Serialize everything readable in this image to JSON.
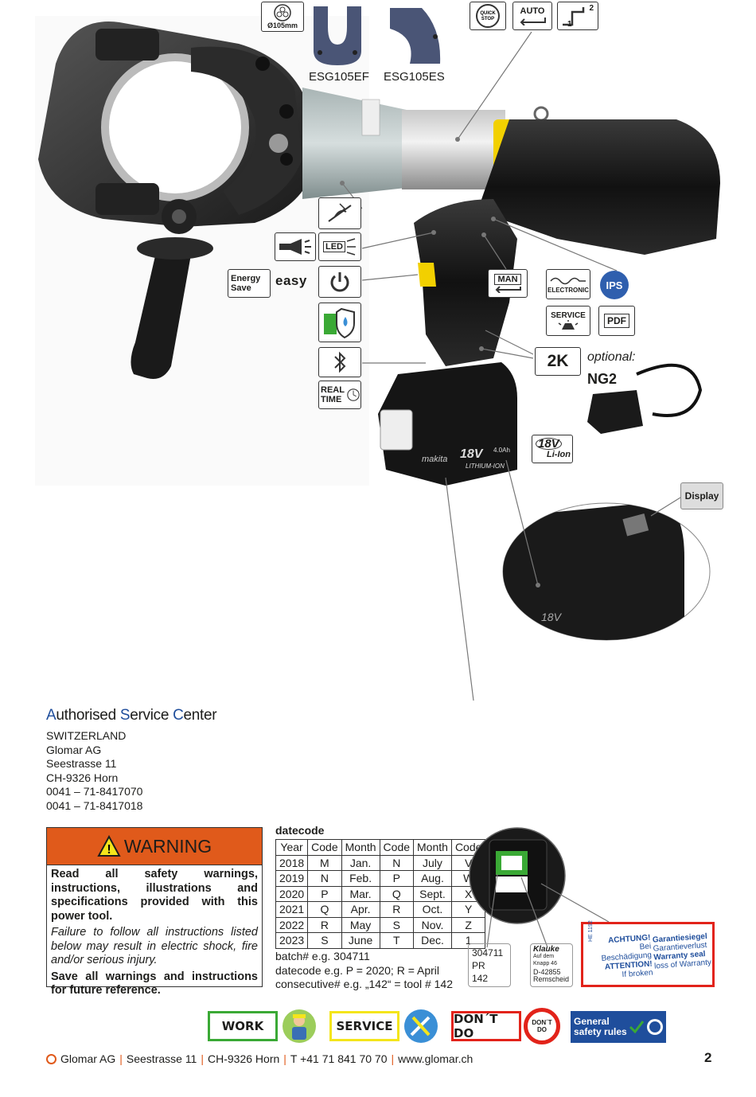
{
  "top_icons": {
    "diameter": "Ø105mm",
    "jaw1": "ESG105EF",
    "jaw2": "ESG105ES",
    "quick_stop": "QUICK STOP",
    "auto": "AUTO",
    "step_2": "2",
    "step_1": "1"
  },
  "features": {
    "led": "LED",
    "energy_save_1": "Energy",
    "energy_save_2": "Save",
    "easy": "easy",
    "real_time_1": "REAL",
    "real_time_2": "TIME",
    "man": "MAN",
    "electronic": "ELECTRONIC",
    "ips": "IPS",
    "service": "SERVICE",
    "pdf": "PDF",
    "two_k": "2K",
    "optional": "optional:",
    "ng2": "NG2",
    "battery_v": "18V",
    "battery_type": "Li-Ion",
    "display": "Display",
    "tool_brand": "makita",
    "tool_voltage": "18V",
    "tool_capacity": "4.0Ah",
    "tool_battery_label": "LITHIUM-ION"
  },
  "asc": {
    "title_a": "A",
    "title_a_rest": "uthorised ",
    "title_s": "S",
    "title_s_rest": "ervice ",
    "title_c": "C",
    "title_c_rest": "enter",
    "lines": [
      "SWITZERLAND",
      "Glomar AG",
      "Seestrasse 11",
      "CH-9326 Horn",
      "0041 – 71-8417070",
      "0041 – 71-8417018"
    ]
  },
  "warning": {
    "title": "WARNING",
    "p1": "Read all safety warnings, instructions, illustrations and specifications provided with this power tool.",
    "p2": "Failure to follow all instructions listed below may result in electric shock, fire and/or serious injury.",
    "p3": "Save all warnings and instructions for future reference."
  },
  "datecode": {
    "title": "datecode",
    "headers": [
      "Year",
      "Code",
      "Month",
      "Code",
      "Month",
      "Code"
    ],
    "rows": [
      [
        "2018",
        "M",
        "Jan.",
        "N",
        "July",
        "V"
      ],
      [
        "2019",
        "N",
        "Feb.",
        "P",
        "Aug.",
        "W"
      ],
      [
        "2020",
        "P",
        "Mar.",
        "Q",
        "Sept.",
        "X"
      ],
      [
        "2021",
        "Q",
        "Apr.",
        "R",
        "Oct.",
        "Y"
      ],
      [
        "2022",
        "R",
        "May",
        "S",
        "Nov.",
        "Z"
      ],
      [
        "2023",
        "S",
        "June",
        "T",
        "Dec.",
        "1"
      ]
    ],
    "batch": "batch# e.g. 304711",
    "datecode_eg": "datecode e.g. P = 2020; R = April",
    "consecutive": "consecutive# e.g. „142“ = tool # 142"
  },
  "label_plate": {
    "line1": "304711",
    "line2": "PR",
    "line3": "142"
  },
  "klauke": {
    "brand": "Klauke",
    "address": "Auf dem Knapp 46",
    "postcode": "D-42855",
    "city": "Remscheid"
  },
  "seal": {
    "l1": "ACHTUNG!",
    "l2": "Bei Beschädigung",
    "l3": "ATTENTION!",
    "l4": "If broken",
    "r1": "Garantiesiegel",
    "r2": "Garantieverlust",
    "r3": "Warranty seal",
    "r4": "loss of Warranty",
    "side": "HE 1192"
  },
  "bottom_buttons": {
    "work": "WORK",
    "service": "SERVICE",
    "dont_do": "DON´T DO",
    "dont_do_icon": "DON´T DO",
    "general_1": "General",
    "general_2": "safety rules"
  },
  "footer": {
    "company": "Glomar AG",
    "street": "Seestrasse 11",
    "city": "CH-9326 Horn",
    "phone": "T +41 71 841 70 70",
    "web": "www.glomar.ch",
    "page": "2"
  },
  "colors": {
    "warning_orange": "#e05a1b",
    "asc_blue": "#1f4e9c",
    "work_green": "#3aa935",
    "service_yellow": "#f4e51b",
    "dontdo_red": "#e2231a",
    "general_blue": "#1f4e9c"
  }
}
